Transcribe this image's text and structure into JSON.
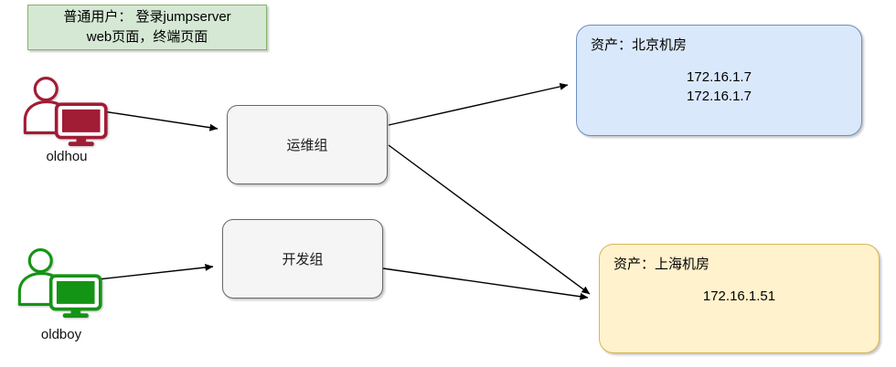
{
  "note": {
    "line1": "普通用户： 登录jumpserver",
    "line2": "web页面，终端页面"
  },
  "users": [
    {
      "id": "oldhou",
      "label": "oldhou"
    },
    {
      "id": "oldboy",
      "label": "oldboy"
    }
  ],
  "groups": [
    {
      "id": "ops",
      "label": "运维组"
    },
    {
      "id": "dev",
      "label": "开发组"
    }
  ],
  "assets": [
    {
      "id": "beijing",
      "title": "资产：北京机房",
      "ips": [
        "172.16.1.7",
        "172.16.1.7"
      ]
    },
    {
      "id": "shanghai",
      "title": "资产：上海机房",
      "ips": [
        "172.16.1.51"
      ]
    }
  ],
  "edges": [
    {
      "from": "oldhou",
      "to": "运维组"
    },
    {
      "from": "oldboy",
      "to": "开发组"
    },
    {
      "from": "运维组",
      "to": "资产：北京机房"
    },
    {
      "from": "运维组",
      "to": "资产：上海机房"
    },
    {
      "from": "开发组",
      "to": "资产：上海机房"
    }
  ],
  "colors": {
    "note_fill": "#d5e8d4",
    "note_border": "#82b366",
    "group_fill": "#f5f5f5",
    "group_border": "#666666",
    "beijing_fill": "#dae8fc",
    "beijing_border": "#6c8ebf",
    "shanghai_fill": "#fff2cc",
    "shanghai_border": "#d6b656",
    "oldhou_color": "#a11c35",
    "oldboy_color": "#149414",
    "edge_color": "#000000",
    "text_color": "#000000"
  }
}
